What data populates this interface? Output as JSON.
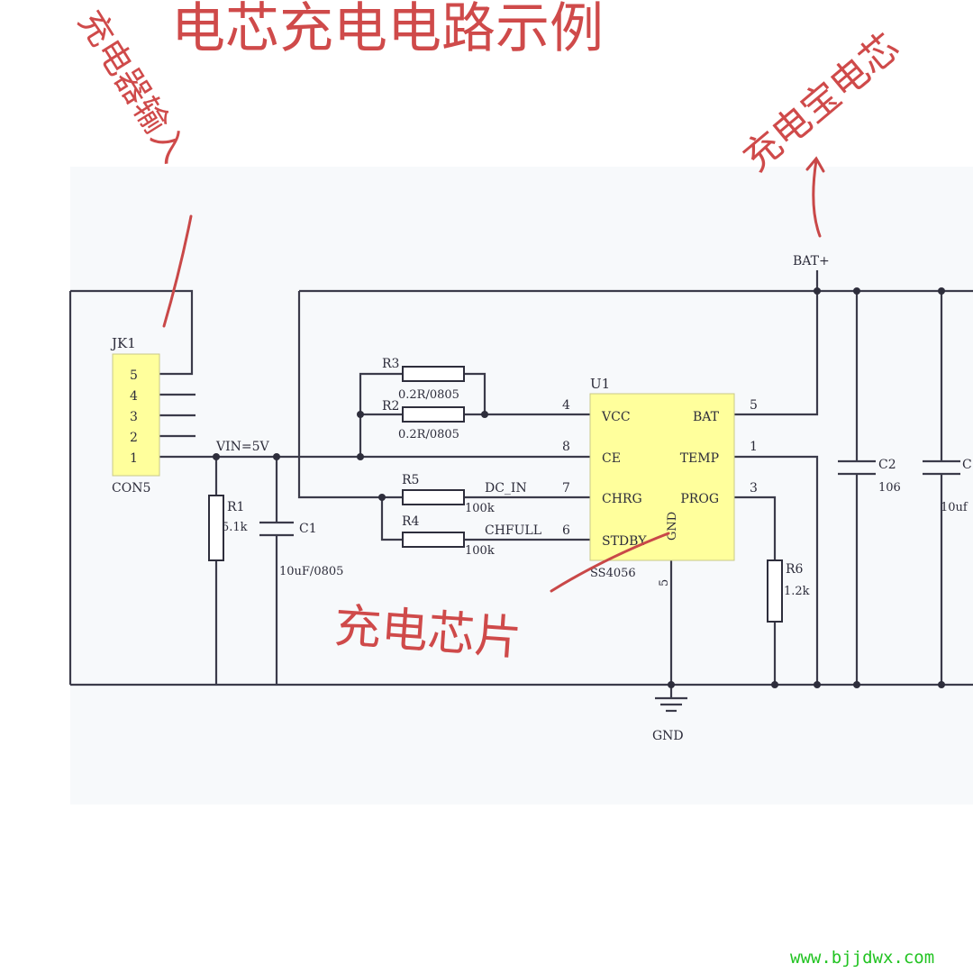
{
  "annotations": {
    "title": "电芯充电电路示例",
    "charger_input": "充电器输入",
    "powerbank_cell": "充电宝电芯",
    "charging_chip": "充电芯片"
  },
  "connector": {
    "ref": "JK1",
    "pins": [
      "5",
      "4",
      "3",
      "2",
      "1"
    ],
    "part": "CON5"
  },
  "nets": {
    "vin": "VIN=5V",
    "bat": "BAT+",
    "gnd": "GND",
    "dc_in": "DC_IN",
    "chfull": "CHFULL"
  },
  "ic": {
    "ref": "U1",
    "part": "SS4056",
    "left_pins": [
      {
        "num": "4",
        "name": "VCC"
      },
      {
        "num": "8",
        "name": "CE"
      },
      {
        "num": "7",
        "name": "CHRG"
      },
      {
        "num": "6",
        "name": "STDBY"
      }
    ],
    "right_pins": [
      {
        "num": "5",
        "name": "BAT"
      },
      {
        "num": "1",
        "name": "TEMP"
      },
      {
        "num": "3",
        "name": "PROG"
      }
    ],
    "bottom_pin": {
      "num": "5",
      "name": "GND"
    }
  },
  "resistors": {
    "r3": {
      "ref": "R3",
      "value": "0.2R/0805"
    },
    "r2": {
      "ref": "R2",
      "value": "0.2R/0805"
    },
    "r5": {
      "ref": "R5",
      "value": "100k"
    },
    "r4": {
      "ref": "R4",
      "value": "100k"
    },
    "r1": {
      "ref": "R1",
      "value": "5.1k"
    },
    "r6": {
      "ref": "R6",
      "value": "1.2k"
    }
  },
  "capacitors": {
    "c1": {
      "ref": "C1",
      "value": "10uF/0805"
    },
    "c2": {
      "ref": "C2",
      "value": "106"
    },
    "c3": {
      "ref": "C",
      "value": "10uf"
    }
  },
  "watermark": "www.bjjdwx.com",
  "colors": {
    "annotation": "#cf4a4a",
    "ic_body": "#ffff9c",
    "connector_body": "#ffff9c",
    "wire": "#3b3b4a",
    "watermark": "#22c322"
  }
}
